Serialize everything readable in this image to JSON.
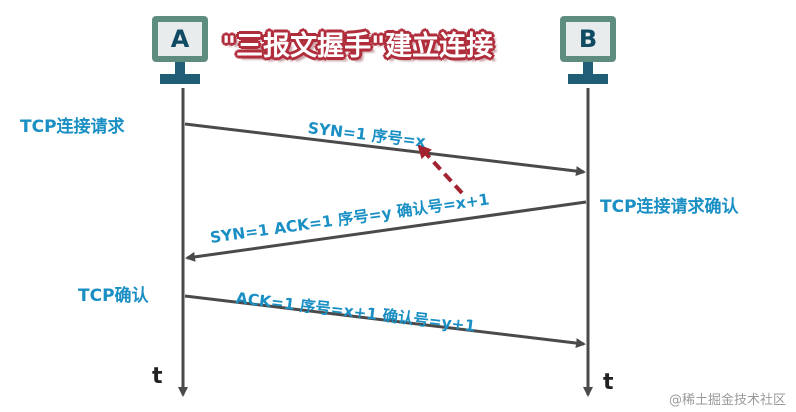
{
  "title": "\"三报文握手\"建立连接",
  "hosts": {
    "a": {
      "letter": "A",
      "time_label": "t"
    },
    "b": {
      "letter": "B",
      "time_label": "t"
    }
  },
  "steps": {
    "a_request": "TCP连接请求",
    "b_confirm": "TCP连接请求确认",
    "a_confirm": "TCP确认"
  },
  "messages": {
    "syn": "SYN=1  序号=x",
    "syn_ack": "SYN=1  ACK=1  序号=y  确认号=x+1",
    "ack": "ACK=1  序号=x+1  确认号=y+1"
  },
  "watermark": "@稀土掘金技术社区",
  "colors": {
    "accent": "#1a8fc4",
    "line": "#4a4a4a",
    "highlight_arrow": "#a3222f",
    "title_outline": "#b02d3c",
    "monitor": "#5e8c7e",
    "monitor_stand": "#1f5e75"
  }
}
